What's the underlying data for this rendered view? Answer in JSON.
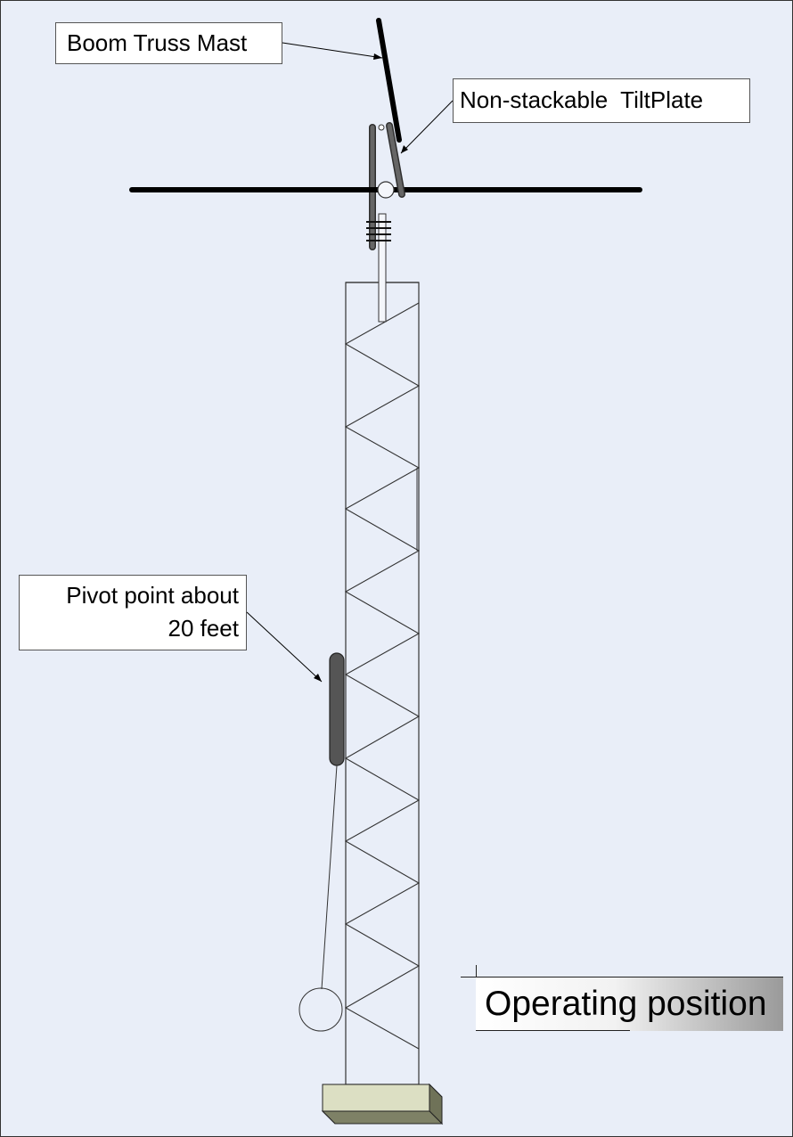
{
  "labels": {
    "boom_truss_mast": "Boom Truss Mast",
    "tilt_plate": "Non-stackable  TiltPlate",
    "pivot_line1": "Pivot point about",
    "pivot_line2": "20 feet"
  },
  "title": "Operating position",
  "colors": {
    "background": "#e9eef8",
    "tower_line": "#333333",
    "boom": "#000000",
    "pivot_bar": "#555555",
    "base_block": "#dcdfc3"
  },
  "tower_sections": 9
}
